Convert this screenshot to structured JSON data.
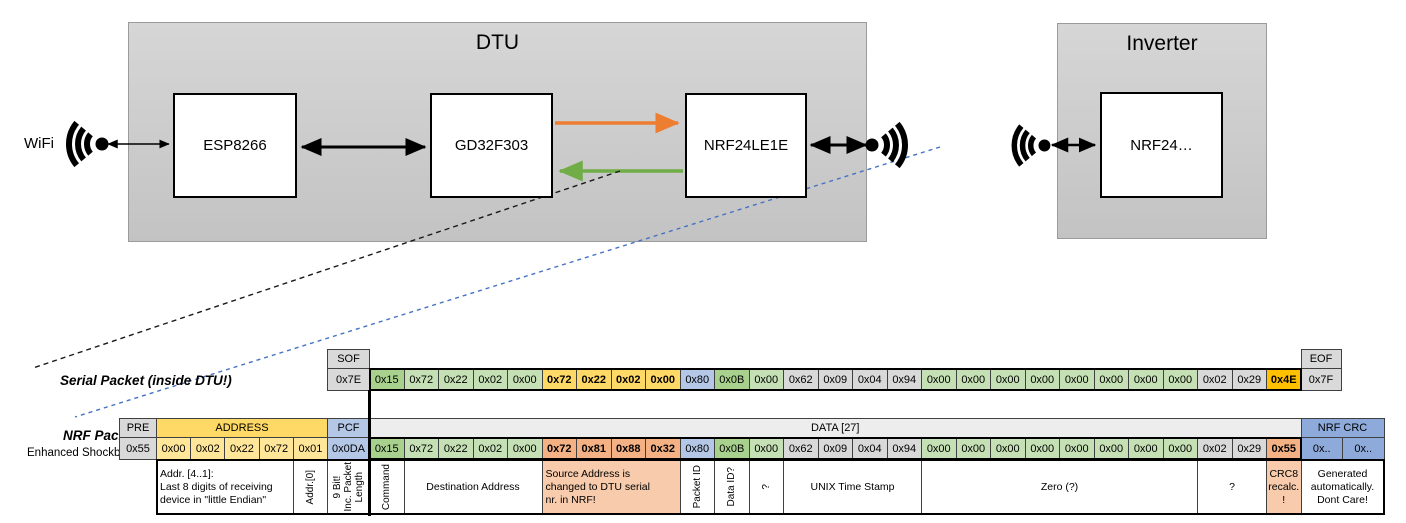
{
  "palette": {
    "cell_gray": "#D9D9D9",
    "green_medium": "#A9D18E",
    "green_light": "#C5E0B4",
    "gold": "#FFD966",
    "yellow_light": "#FFE699",
    "amber": "#FFC000",
    "salmon": "#F4B183",
    "salmon_light": "#F7CBAC",
    "blue_light": "#B4C7E7",
    "blue_medium": "#8EAADB",
    "data_header_gray": "#EDEDED",
    "arrow_orange": "#ED7D31",
    "arrow_green": "#70AD47",
    "dash_blue": "#4472C4",
    "dash_black": "#1a1a1a"
  },
  "diagram": {
    "wifi_label": "WiFi",
    "dtu": {
      "title": "DTU"
    },
    "inverter": {
      "title": "Inverter"
    },
    "components": {
      "esp": "ESP8266",
      "gd": "GD32F303",
      "nrf_dtu": "NRF24LE1E",
      "nrf_inv": "NRF24…"
    }
  },
  "serial_packet": {
    "label": "Serial Packet (inside DTU!)",
    "sof_header": "SOF",
    "sof_value": "0x7E",
    "eof_header": "EOF",
    "eof_value": "0x7F",
    "bytes": [
      {
        "v": "0x15",
        "c": "gm"
      },
      {
        "v": "0x72",
        "c": "gl"
      },
      {
        "v": "0x22",
        "c": "gl"
      },
      {
        "v": "0x02",
        "c": "gl"
      },
      {
        "v": "0x00",
        "c": "gl"
      },
      {
        "v": "0x72",
        "c": "gd",
        "b": 1
      },
      {
        "v": "0x22",
        "c": "gd",
        "b": 1
      },
      {
        "v": "0x02",
        "c": "gd",
        "b": 1
      },
      {
        "v": "0x00",
        "c": "gd",
        "b": 1
      },
      {
        "v": "0x80",
        "c": "bl"
      },
      {
        "v": "0x0B",
        "c": "gm"
      },
      {
        "v": "0x00",
        "c": "gl"
      },
      {
        "v": "0x62",
        "c": "gy"
      },
      {
        "v": "0x09",
        "c": "gy"
      },
      {
        "v": "0x04",
        "c": "gy"
      },
      {
        "v": "0x94",
        "c": "gy"
      },
      {
        "v": "0x00",
        "c": "gl"
      },
      {
        "v": "0x00",
        "c": "gl"
      },
      {
        "v": "0x00",
        "c": "gl"
      },
      {
        "v": "0x00",
        "c": "gl"
      },
      {
        "v": "0x00",
        "c": "gl"
      },
      {
        "v": "0x00",
        "c": "gl"
      },
      {
        "v": "0x00",
        "c": "gl"
      },
      {
        "v": "0x00",
        "c": "gl"
      },
      {
        "v": "0x02",
        "c": "gy"
      },
      {
        "v": "0x29",
        "c": "gy"
      },
      {
        "v": "0x4E",
        "c": "am",
        "b": 1
      }
    ]
  },
  "nrf_packet": {
    "label": "NRF Packet",
    "sublabel": "Enhanced Shockburst",
    "headers": [
      {
        "t": "PRE",
        "span": 1,
        "c": "gy"
      },
      {
        "t": "ADDRESS",
        "span": 5,
        "c": "gd"
      },
      {
        "t": "PCF",
        "span": 1,
        "c": "bl"
      },
      {
        "t": "DATA [27]",
        "span": 27,
        "c": "dh"
      },
      {
        "t": "NRF CRC",
        "span": 2,
        "c": "bm"
      }
    ],
    "bytes": [
      {
        "v": "0x55",
        "c": "gy"
      },
      {
        "v": "0x00",
        "c": "ye"
      },
      {
        "v": "0x02",
        "c": "ye"
      },
      {
        "v": "0x22",
        "c": "ye"
      },
      {
        "v": "0x72",
        "c": "ye"
      },
      {
        "v": "0x01",
        "c": "ye"
      },
      {
        "v": "0x0DA",
        "c": "bl"
      },
      {
        "v": "0x15",
        "c": "gm"
      },
      {
        "v": "0x72",
        "c": "gl"
      },
      {
        "v": "0x22",
        "c": "gl"
      },
      {
        "v": "0x02",
        "c": "gl"
      },
      {
        "v": "0x00",
        "c": "gl"
      },
      {
        "v": "0x72",
        "c": "sa",
        "b": 1
      },
      {
        "v": "0x81",
        "c": "sa",
        "b": 1
      },
      {
        "v": "0x88",
        "c": "sa",
        "b": 1
      },
      {
        "v": "0x32",
        "c": "sa",
        "b": 1
      },
      {
        "v": "0x80",
        "c": "bl"
      },
      {
        "v": "0x0B",
        "c": "gm"
      },
      {
        "v": "0x00",
        "c": "gl"
      },
      {
        "v": "0x62",
        "c": "gy"
      },
      {
        "v": "0x09",
        "c": "gy"
      },
      {
        "v": "0x04",
        "c": "gy"
      },
      {
        "v": "0x94",
        "c": "gy"
      },
      {
        "v": "0x00",
        "c": "gl"
      },
      {
        "v": "0x00",
        "c": "gl"
      },
      {
        "v": "0x00",
        "c": "gl"
      },
      {
        "v": "0x00",
        "c": "gl"
      },
      {
        "v": "0x00",
        "c": "gl"
      },
      {
        "v": "0x00",
        "c": "gl"
      },
      {
        "v": "0x00",
        "c": "gl"
      },
      {
        "v": "0x00",
        "c": "gl"
      },
      {
        "v": "0x02",
        "c": "gy"
      },
      {
        "v": "0x29",
        "c": "gy"
      },
      {
        "v": "0x55",
        "c": "sa",
        "b": 1
      },
      {
        "v": "0x..",
        "c": "bm"
      },
      {
        "v": "0x..",
        "c": "bm"
      }
    ],
    "annotations": [
      {
        "t": "Addr. [4..1]:\nLast 8 digits of receiving\ndevice in \"little Endian\"",
        "span": 4,
        "align": "left"
      },
      {
        "t": "Addr.[0]",
        "span": 1,
        "rot": true
      },
      {
        "t": "9 Bit!\nInc. Packet\nLength",
        "span": 1,
        "rot": true
      },
      {
        "t": "Command",
        "span": 1,
        "rot": true
      },
      {
        "t": "Destination Address",
        "span": 4
      },
      {
        "t": "Source Address is\nchanged to DTU serial\nnr. in NRF!",
        "span": 4,
        "align": "left",
        "bg": "sl"
      },
      {
        "t": "Packet ID",
        "span": 1,
        "rot": true
      },
      {
        "t": "Data ID?",
        "span": 1,
        "rot": true
      },
      {
        "t": "?",
        "span": 1,
        "rot": true
      },
      {
        "t": "UNIX Time Stamp",
        "span": 4
      },
      {
        "t": "Zero (?)",
        "span": 8
      },
      {
        "t": "?",
        "span": 2
      },
      {
        "t": "CRC8\nrecalc.\n!",
        "span": 1,
        "bg": "sl"
      },
      {
        "t": "Generated\nautomatically.\nDont Care!",
        "span": 2
      }
    ]
  }
}
